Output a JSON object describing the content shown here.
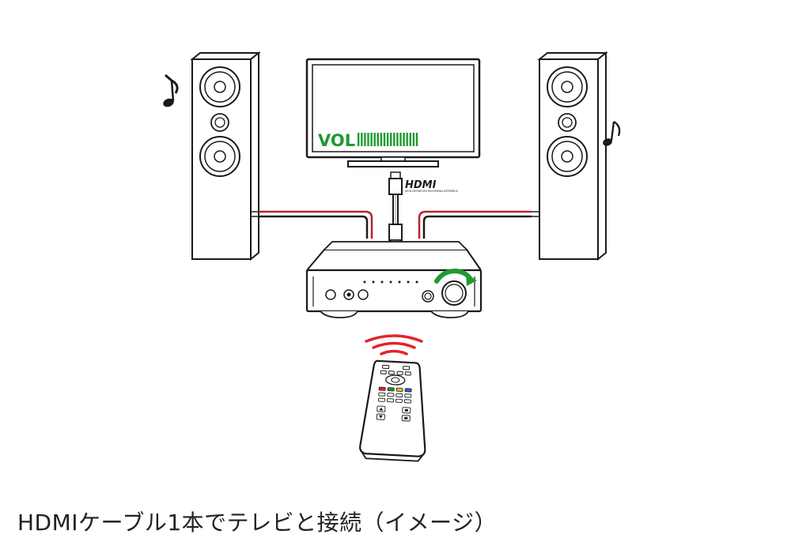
{
  "tv": {
    "volume_label": "VOL"
  },
  "hdmi": {
    "logo": "HDMI",
    "tagline": "HIGH-DEFINITION MULTIMEDIA INTERFACE"
  },
  "caption": "HDMIケーブル1本でテレビと接続（イメージ）",
  "colors": {
    "volume": "#1e9a2e",
    "knob_arrow": "#1e9a2e",
    "signal": "#e0262a",
    "speaker_wire_red": "#b3262a",
    "outline": "#1a1a1a"
  }
}
